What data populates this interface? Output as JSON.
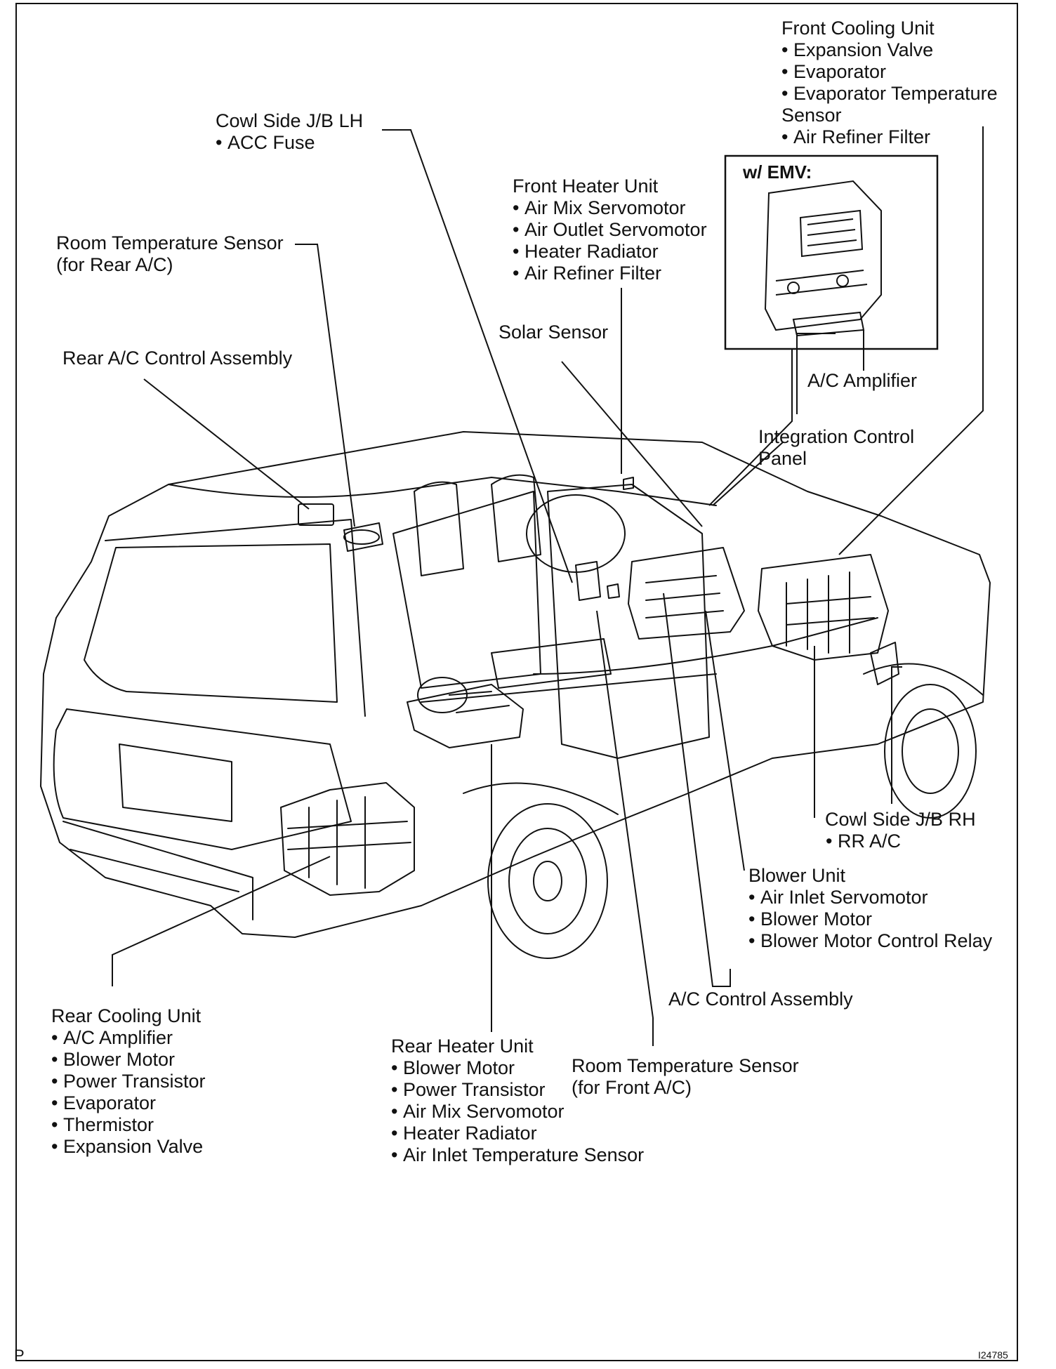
{
  "labels": {
    "front_cooling_unit": {
      "title": "Front Cooling Unit",
      "items": [
        "Expansion Valve",
        "Evaporator",
        "Evaporator Temperature",
        "Air Refiner Filter"
      ],
      "continuation": "Sensor"
    },
    "cowl_side_jb_lh": {
      "title": "Cowl Side J/B LH",
      "items": [
        "ACC Fuse"
      ]
    },
    "front_heater_unit": {
      "title": "Front Heater Unit",
      "items": [
        "Air Mix Servomotor",
        "Air Outlet Servomotor",
        "Heater Radiator",
        "Air Refiner Filter"
      ]
    },
    "room_temp_sensor_rear": {
      "line1": "Room Temperature Sensor",
      "line2": "(for Rear A/C)"
    },
    "solar_sensor": "Solar Sensor",
    "rear_ac_control_assembly": "Rear A/C Control Assembly",
    "emv_box_title": "w/ EMV:",
    "ac_amplifier": "A/C Amplifier",
    "integration_control_panel": {
      "line1": "Integration Control",
      "line2": "Panel"
    },
    "cowl_side_jb_rh": {
      "title": "Cowl Side J/B RH",
      "items": [
        "RR A/C"
      ]
    },
    "blower_unit": {
      "title": "Blower Unit",
      "items": [
        "Air Inlet Servomotor",
        "Blower Motor",
        "Blower Motor Control Relay"
      ]
    },
    "ac_control_assembly": "A/C Control Assembly",
    "rear_cooling_unit": {
      "title": "Rear Cooling Unit",
      "items": [
        "A/C Amplifier",
        "Blower Motor",
        "Power Transistor",
        "Evaporator",
        "Thermistor",
        "Expansion Valve"
      ]
    },
    "rear_heater_unit": {
      "title": "Rear Heater Unit",
      "items": [
        "Blower Motor",
        "Power Transistor",
        "Air Mix Servomotor",
        "Heater Radiator",
        "Air Inlet Temperature Sensor"
      ]
    },
    "room_temp_sensor_front": {
      "line1": "Room Temperature Sensor",
      "line2": "(for Front A/C)"
    }
  },
  "corner_letter": "P",
  "figure_code": "I24785"
}
